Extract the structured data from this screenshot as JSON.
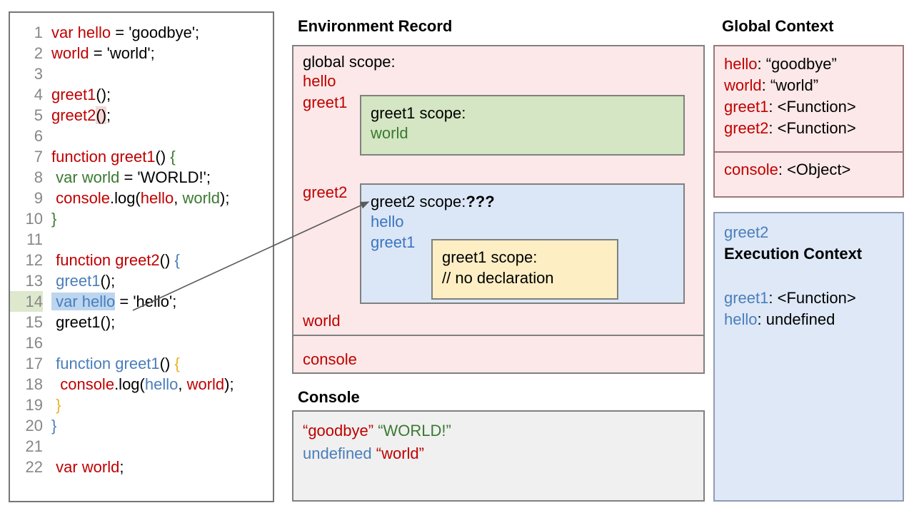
{
  "code_panel": {
    "highlighted_line": 14,
    "lines": [
      {
        "n": "1",
        "tokens": [
          {
            "t": "var hello",
            "c": "red"
          },
          {
            "t": " = ",
            "c": "black"
          },
          {
            "t": "'goodbye';",
            "c": "black"
          }
        ]
      },
      {
        "n": "2",
        "tokens": [
          {
            "t": "world",
            "c": "red"
          },
          {
            "t": " = 'world';",
            "c": "black"
          }
        ]
      },
      {
        "n": "3",
        "tokens": []
      },
      {
        "n": "4",
        "tokens": [
          {
            "t": "greet1",
            "c": "red"
          },
          {
            "t": "();",
            "c": "black"
          }
        ]
      },
      {
        "n": "5",
        "tokens": [
          {
            "t": "greet2",
            "c": "red"
          },
          {
            "t": "()",
            "c": "black",
            "hl": "pink"
          },
          {
            "t": ";",
            "c": "black"
          }
        ]
      },
      {
        "n": "6",
        "tokens": []
      },
      {
        "n": "7",
        "tokens": [
          {
            "t": "function greet1",
            "c": "red"
          },
          {
            "t": "() ",
            "c": "black"
          },
          {
            "t": "{",
            "c": "green"
          }
        ]
      },
      {
        "n": "8",
        "tokens": [
          {
            "t": " var world",
            "c": "green"
          },
          {
            "t": " = 'WORLD!';",
            "c": "black"
          }
        ]
      },
      {
        "n": "9",
        "tokens": [
          {
            "t": " console",
            "c": "red"
          },
          {
            "t": ".log(",
            "c": "black"
          },
          {
            "t": "hello",
            "c": "red"
          },
          {
            "t": ", ",
            "c": "black"
          },
          {
            "t": "world",
            "c": "green"
          },
          {
            "t": ");",
            "c": "black"
          }
        ]
      },
      {
        "n": "10",
        "tokens": [
          {
            "t": "}",
            "c": "green"
          }
        ]
      },
      {
        "n": "11",
        "tokens": []
      },
      {
        "n": "12",
        "tokens": [
          {
            "t": " function greet2",
            "c": "red"
          },
          {
            "t": "() ",
            "c": "black"
          },
          {
            "t": "{",
            "c": "blue"
          }
        ]
      },
      {
        "n": "13",
        "tokens": [
          {
            "t": " greet1",
            "c": "blue"
          },
          {
            "t": "();",
            "c": "black"
          }
        ]
      },
      {
        "n": "14",
        "tokens": [
          {
            "t": " var hello",
            "c": "blue",
            "hl": "blue"
          },
          {
            "t": " = 'hello';",
            "c": "black"
          }
        ]
      },
      {
        "n": "15",
        "tokens": [
          {
            "t": " greet1();",
            "c": "black"
          }
        ]
      },
      {
        "n": "16",
        "tokens": []
      },
      {
        "n": "17",
        "tokens": [
          {
            "t": " function greet1",
            "c": "blue"
          },
          {
            "t": "() ",
            "c": "black"
          },
          {
            "t": "{",
            "c": "gold"
          }
        ]
      },
      {
        "n": "18",
        "tokens": [
          {
            "t": "  console",
            "c": "red"
          },
          {
            "t": ".log(",
            "c": "black"
          },
          {
            "t": "hello",
            "c": "blue"
          },
          {
            "t": ", ",
            "c": "black"
          },
          {
            "t": "world",
            "c": "red"
          },
          {
            "t": ");",
            "c": "black"
          }
        ]
      },
      {
        "n": "19",
        "tokens": [
          {
            "t": " }",
            "c": "gold"
          }
        ]
      },
      {
        "n": "20",
        "tokens": [
          {
            "t": "}",
            "c": "blue"
          }
        ]
      },
      {
        "n": "21",
        "tokens": []
      },
      {
        "n": "22",
        "tokens": [
          {
            "t": " var world",
            "c": "red"
          },
          {
            "t": ";",
            "c": "black"
          }
        ]
      }
    ]
  },
  "environment_record": {
    "title": "Environment Record",
    "global_scope_label": "global scope:",
    "names": [
      "hello",
      "greet1",
      "greet2",
      "world"
    ],
    "console_entry": "console",
    "greet1_scope": {
      "head": "greet1 scope:",
      "entries": [
        "world"
      ]
    },
    "greet2_scope": {
      "head": "greet2 scope:",
      "head_suffix": "???",
      "entries": [
        "hello",
        "greet1"
      ],
      "nested_greet1_scope": {
        "head": "greet1 scope:",
        "note": "// no declaration"
      }
    }
  },
  "console": {
    "title": "Console",
    "lines": [
      [
        {
          "t": "“goodbye” ",
          "c": "red"
        },
        {
          "t": "“WORLD!”",
          "c": "green"
        }
      ],
      [
        {
          "t": "undefined ",
          "c": "blue"
        },
        {
          "t": "“world”",
          "c": "red"
        }
      ]
    ]
  },
  "global_context": {
    "title": "Global Context",
    "bindings": [
      {
        "name": "hello",
        "value": "“goodbye”"
      },
      {
        "name": "world",
        "value": "“world”"
      },
      {
        "name": "greet1",
        "value": "<Function>"
      },
      {
        "name": "greet2",
        "value": "<Function>"
      }
    ],
    "object_bindings": [
      {
        "name": "console",
        "value": "<Object>"
      }
    ]
  },
  "execution_context": {
    "scope_name": "greet2",
    "heading": "Execution Context",
    "bindings": [
      {
        "name": "greet1",
        "value": "<Function>"
      },
      {
        "name": "hello",
        "value": "undefined"
      }
    ]
  },
  "colors": {
    "red": "#c00000",
    "green": "#3a7a30",
    "blue": "#4a7ebb",
    "gold": "#e6b422",
    "black": "#000000",
    "pink_panel": "#fce8e8",
    "green_box": "#d4e6c3",
    "blue_box": "#dbe7f7",
    "yellow_box": "#fdeec4",
    "console_panel": "#f0f0f0",
    "exec_panel": "#dee8f7",
    "arrow": "#5a5a5a"
  }
}
